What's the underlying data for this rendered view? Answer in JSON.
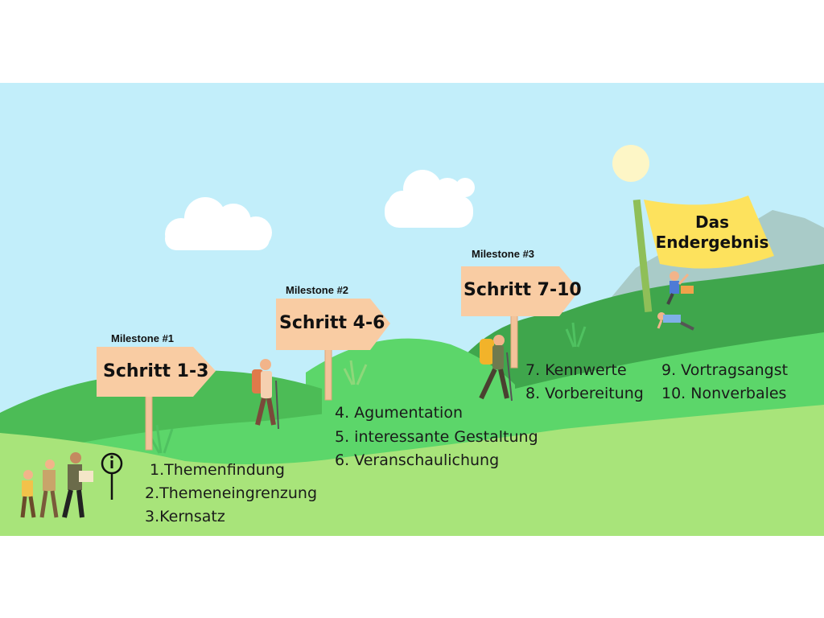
{
  "milestones": [
    {
      "label": "Milestone #1",
      "sign": "Schritt 1-3"
    },
    {
      "label": "Milestone #2",
      "sign": "Schritt 4-6"
    },
    {
      "label": "Milestone #3",
      "sign": "Schritt 7-10"
    }
  ],
  "goal": {
    "line1": "Das",
    "line2": "Endergebnis"
  },
  "steps": {
    "group1": [
      "1.Themenfindung",
      "2.Themeneingrenzung",
      "3.Kernsatz"
    ],
    "group2": [
      "4. Agumentation",
      "5. interessante Gestaltung",
      "6. Veranschaulichung"
    ],
    "group3": [
      "7. Kennwerte",
      "8. Vorbereitung"
    ],
    "group4": [
      "9. Vortragsangst",
      "10. Nonverbales"
    ]
  },
  "icons": {
    "info": "info-icon",
    "hikers": "hiker-group-icon",
    "flag": "flag-icon",
    "climbers": "climber-icon"
  },
  "colors": {
    "sky": "#c2eefa",
    "mountain_far": "#a9cbc8",
    "hill_dark": "#3fa64c",
    "hill_mid": "#5cd66a",
    "grass_light": "#a8e47a",
    "sign_wood": "#f9cca3",
    "flag_yellow": "#fde25d"
  }
}
